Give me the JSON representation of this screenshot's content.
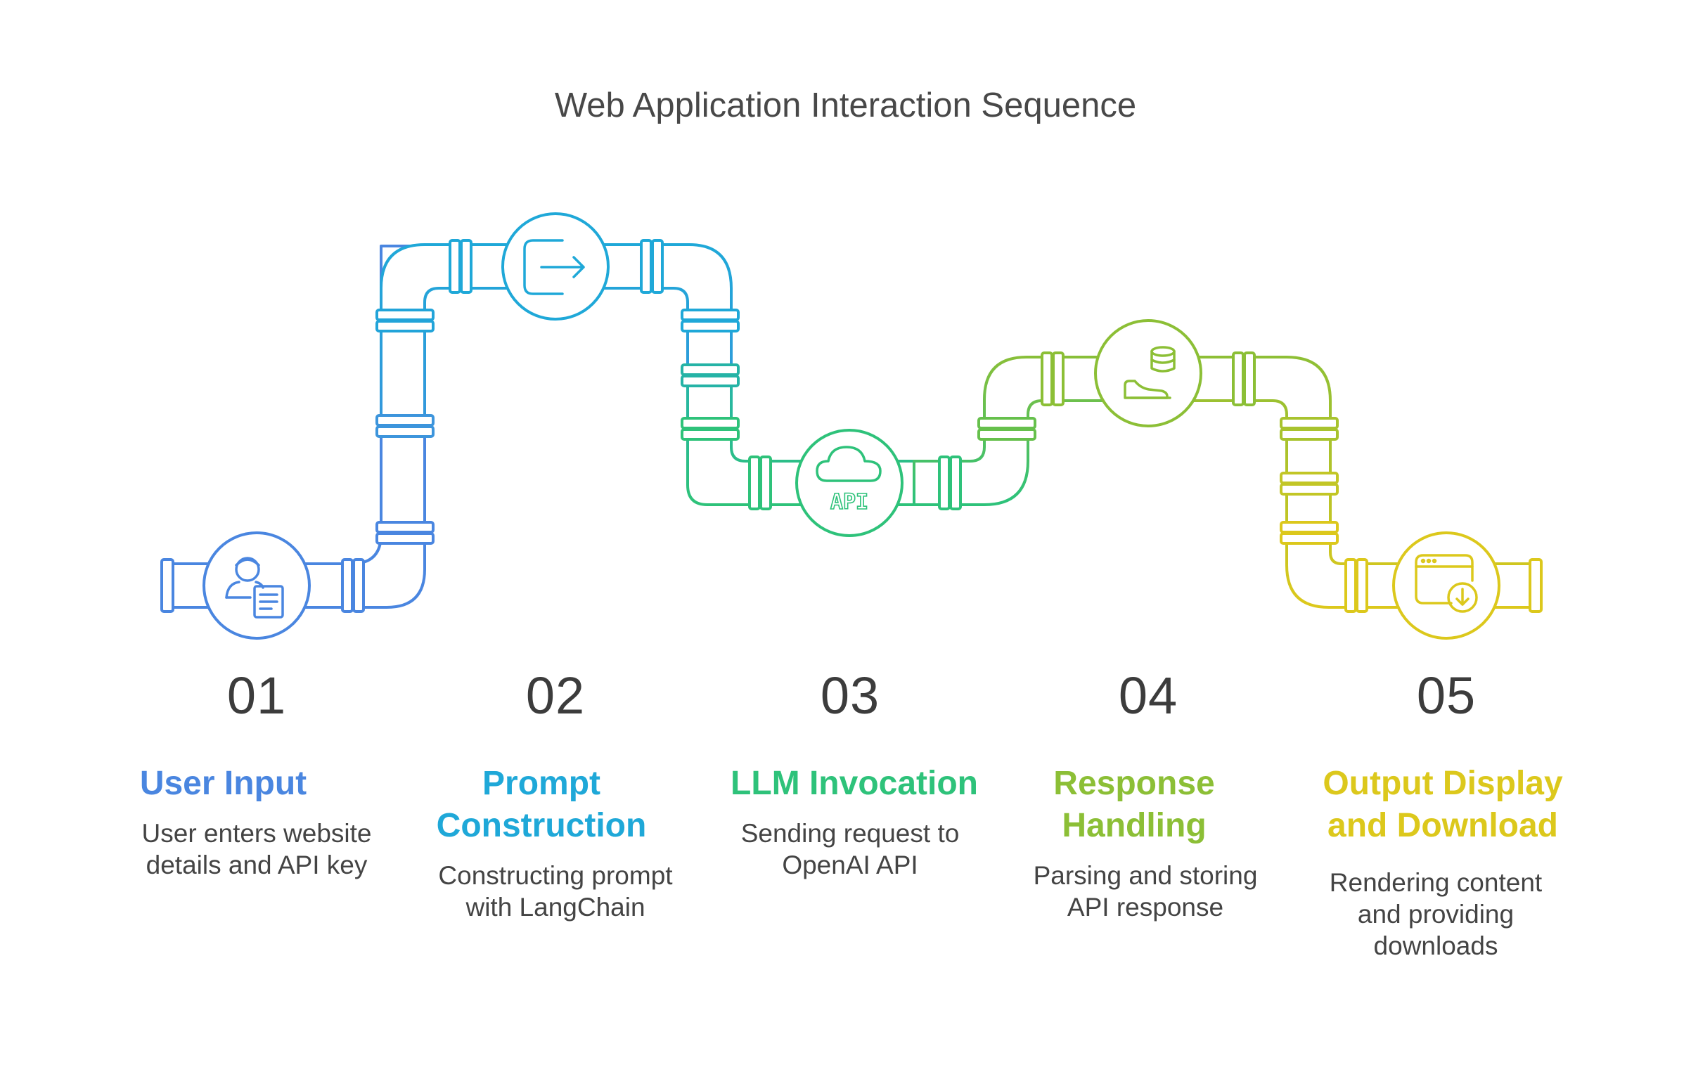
{
  "title": "Web Application Interaction Sequence",
  "steps": [
    {
      "number": "01",
      "heading": [
        "User Input"
      ],
      "description": [
        "User enters website",
        "details and API key"
      ],
      "color": "#4a86e0",
      "icon": "user-document-icon"
    },
    {
      "number": "02",
      "heading": [
        "Prompt",
        "Construction"
      ],
      "description": [
        "Constructing prompt",
        "with LangChain"
      ],
      "color": "#1fa8d8",
      "icon": "login-arrow-icon"
    },
    {
      "number": "03",
      "heading": [
        "LLM Invocation"
      ],
      "description": [
        "Sending request to",
        "OpenAI API"
      ],
      "color": "#2ec27a",
      "icon": "cloud-api-icon"
    },
    {
      "number": "04",
      "heading": [
        "Response",
        "Handling"
      ],
      "description": [
        "Parsing and storing",
        "API response"
      ],
      "color": "#8cbf36",
      "icon": "database-hand-icon"
    },
    {
      "number": "05",
      "heading": [
        "Output Display",
        "and Download"
      ],
      "description": [
        "Rendering content",
        "and providing",
        "downloads"
      ],
      "color": "#dcc81c",
      "icon": "browser-download-icon"
    }
  ],
  "icon_labels": {
    "api": "API"
  }
}
